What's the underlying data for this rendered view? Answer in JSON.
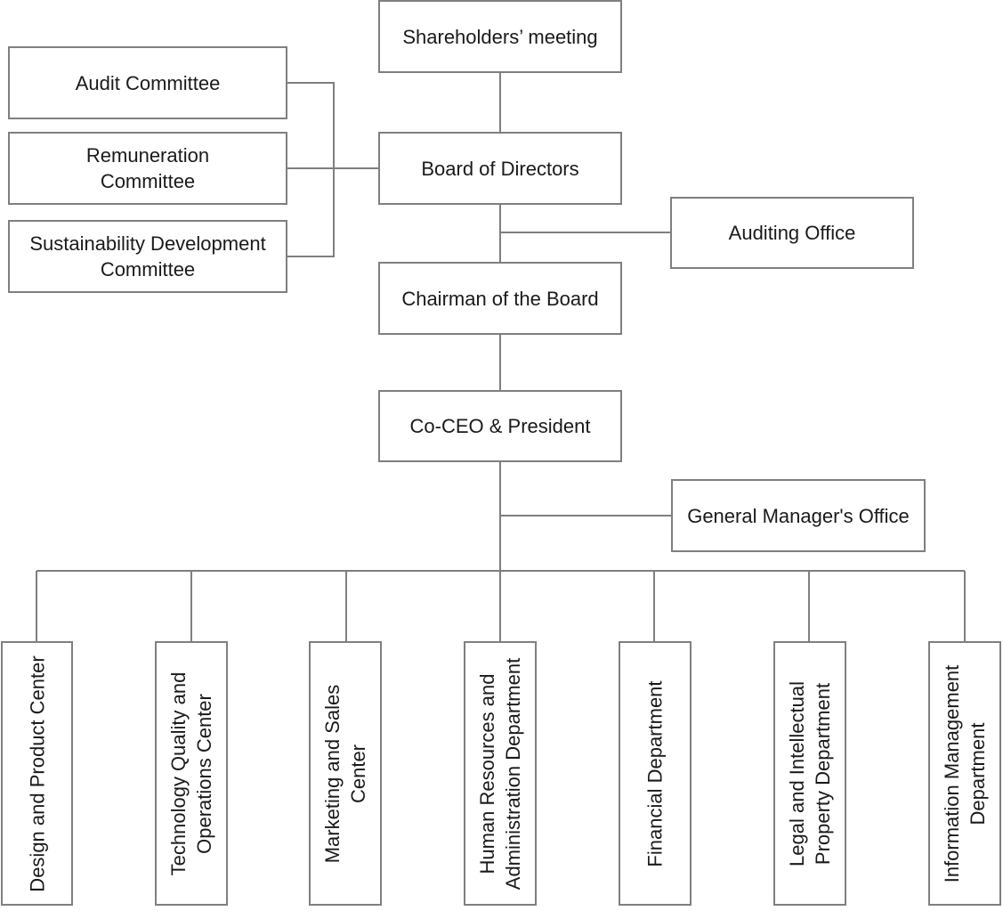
{
  "nodes": {
    "shareholders": "Shareholders’ meeting",
    "board": "Board of Directors",
    "audit_committee": "Audit Committee",
    "remuneration_committee": "Remuneration Committee",
    "sustainability_committee": "Sustainability Development Committee",
    "auditing_office": "Auditing Office",
    "chairman": "Chairman of the Board",
    "co_ceo": "Co-CEO & President",
    "gm_office": "General Manager's Office"
  },
  "departments": [
    "Design and Product Center",
    "Technology Quality and Operations Center",
    "Marketing and Sales Center",
    "Human Resources and Administration Department",
    "Financial Department",
    "Legal and Intellectual Property Department",
    "Information Management Department"
  ],
  "colors": {
    "line": "#7f7f7f",
    "border": "#7f7f7f",
    "text": "#1a1a1a",
    "background": "#ffffff"
  }
}
